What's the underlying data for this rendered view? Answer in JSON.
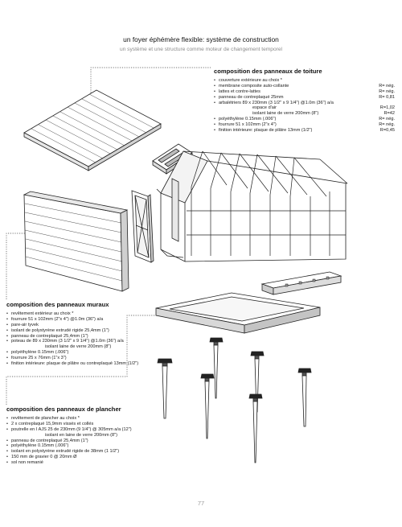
{
  "header": {
    "title": "un foyer éphémère flexible: système de construction",
    "subtitle": "un système et une structure comme moteur de changement temporel"
  },
  "roof": {
    "heading": "composition des panneaux de toiture",
    "items": [
      {
        "text": "couverture extérieure au choix *",
        "r": ""
      },
      {
        "text": "membrane composite auto-collante",
        "r": "R= nég."
      },
      {
        "text": "lattes et contre-lattes",
        "r": "R= nég."
      },
      {
        "text": "panneau de contreplaqué 25mm",
        "r": "R= 0,81"
      },
      {
        "text": "arbalétriers 89 x 230mm (3 1/2\" x 9 1/4\") @1.0m (36\") a/a",
        "r": ""
      },
      {
        "text": "espace d'air",
        "r": "R=1,02",
        "sub": true
      },
      {
        "text": "isolant laine de verre 200mm (8\")",
        "r": "R=42",
        "sub": true
      },
      {
        "text": "polyéthylène 0.15mm (.006\")",
        "r": "R= nég."
      },
      {
        "text": "fourrure 51 x 102mm (2\"x 4\")",
        "r": "R= nég."
      },
      {
        "text": "finition intérieure: plaque de plâtre 13mm (1/2\")",
        "r": "R=0,45"
      }
    ]
  },
  "wall": {
    "heading": "composition des panneaux muraux",
    "items": [
      {
        "text": "revêtement extérieur au choix *"
      },
      {
        "text": "fourrure 51 x 102mm (2\"x 4\") @1.0m (36\") a/a"
      },
      {
        "text": "pare-air tyvek"
      },
      {
        "text": "isolant de polystyrène extrudé rigide 25,4mm (1\")"
      },
      {
        "text": "panneau de contreplaqué 25,4mm (1\")"
      },
      {
        "text": "poteau de 89 x 230mm (3 1/2\" x 9 1/4\") @1.0m (36\") a/a"
      },
      {
        "text": "isolant laine de verre 200mm (8\")",
        "sub": true
      },
      {
        "text": "polyéthylène 0.15mm (.006\")"
      },
      {
        "text": "fourrure 25 x 76mm (1\"x 3\")"
      },
      {
        "text": "finition intérieure: plaque de plâtre ou contreplaqué 13mm (1/2\")"
      }
    ]
  },
  "floor": {
    "heading": "composition des panneaux de plancher",
    "items": [
      {
        "text": "revêtement de plancher au choix *"
      },
      {
        "text": "2 x contreplaqué 15,9mm vissés et collés"
      },
      {
        "text": "poutrelle en I AJS 25 de 230mm (9 1/4\") @ 305mm a/a (12\")"
      },
      {
        "text": "isolant en laine de verre 200mm (8\")",
        "sub": true
      },
      {
        "text": "panneau de contreplaqué 25,4mm (1\")"
      },
      {
        "text": "polyéthylène 0.15mm (.006\")"
      },
      {
        "text": "isolant en polystyrène extrudé rigide de 38mm (1 1/2\")"
      },
      {
        "text": "150 mm de gravier 0 @ 20mm Ø"
      },
      {
        "text": "sol non remanié"
      }
    ]
  },
  "page_number": "77"
}
